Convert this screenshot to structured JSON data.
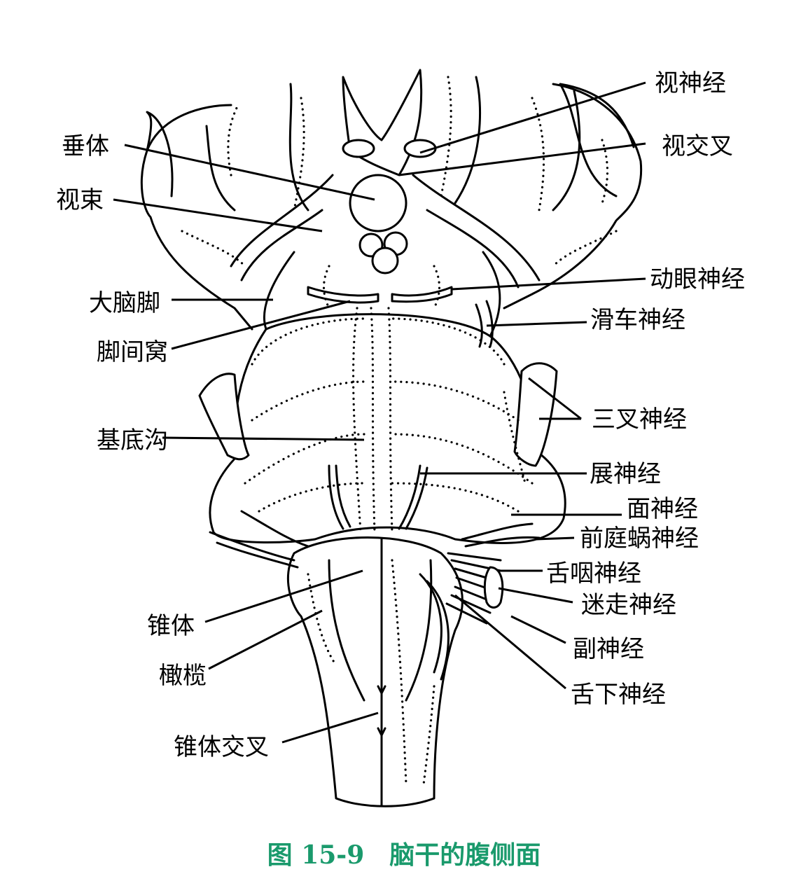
{
  "caption": {
    "number": "图 15-9",
    "title": "脑干的腹侧面"
  },
  "labels": {
    "optic_nerve": "视神经",
    "optic_chiasm": "视交叉",
    "hypophysis": "垂体",
    "optic_tract": "视束",
    "oculomotor_nerve": "动眼神经",
    "cerebral_peduncle": "大脑脚",
    "trochlear_nerve": "滑车神经",
    "interpeduncular_fossa": "脚间窝",
    "trigeminal_nerve": "三叉神经",
    "basilar_sulcus": "基底沟",
    "abducent_nerve": "展神经",
    "facial_nerve": "面神经",
    "vestibulocochlear_nerve": "前庭蜗神经",
    "glossopharyngeal_nerve": "舌咽神经",
    "vagus_nerve": "迷走神经",
    "pyramid": "锥体",
    "accessory_nerve": "副神经",
    "olive": "橄榄",
    "hypoglossal_nerve": "舌下神经",
    "pyramidal_decussation": "锥体交叉"
  }
}
